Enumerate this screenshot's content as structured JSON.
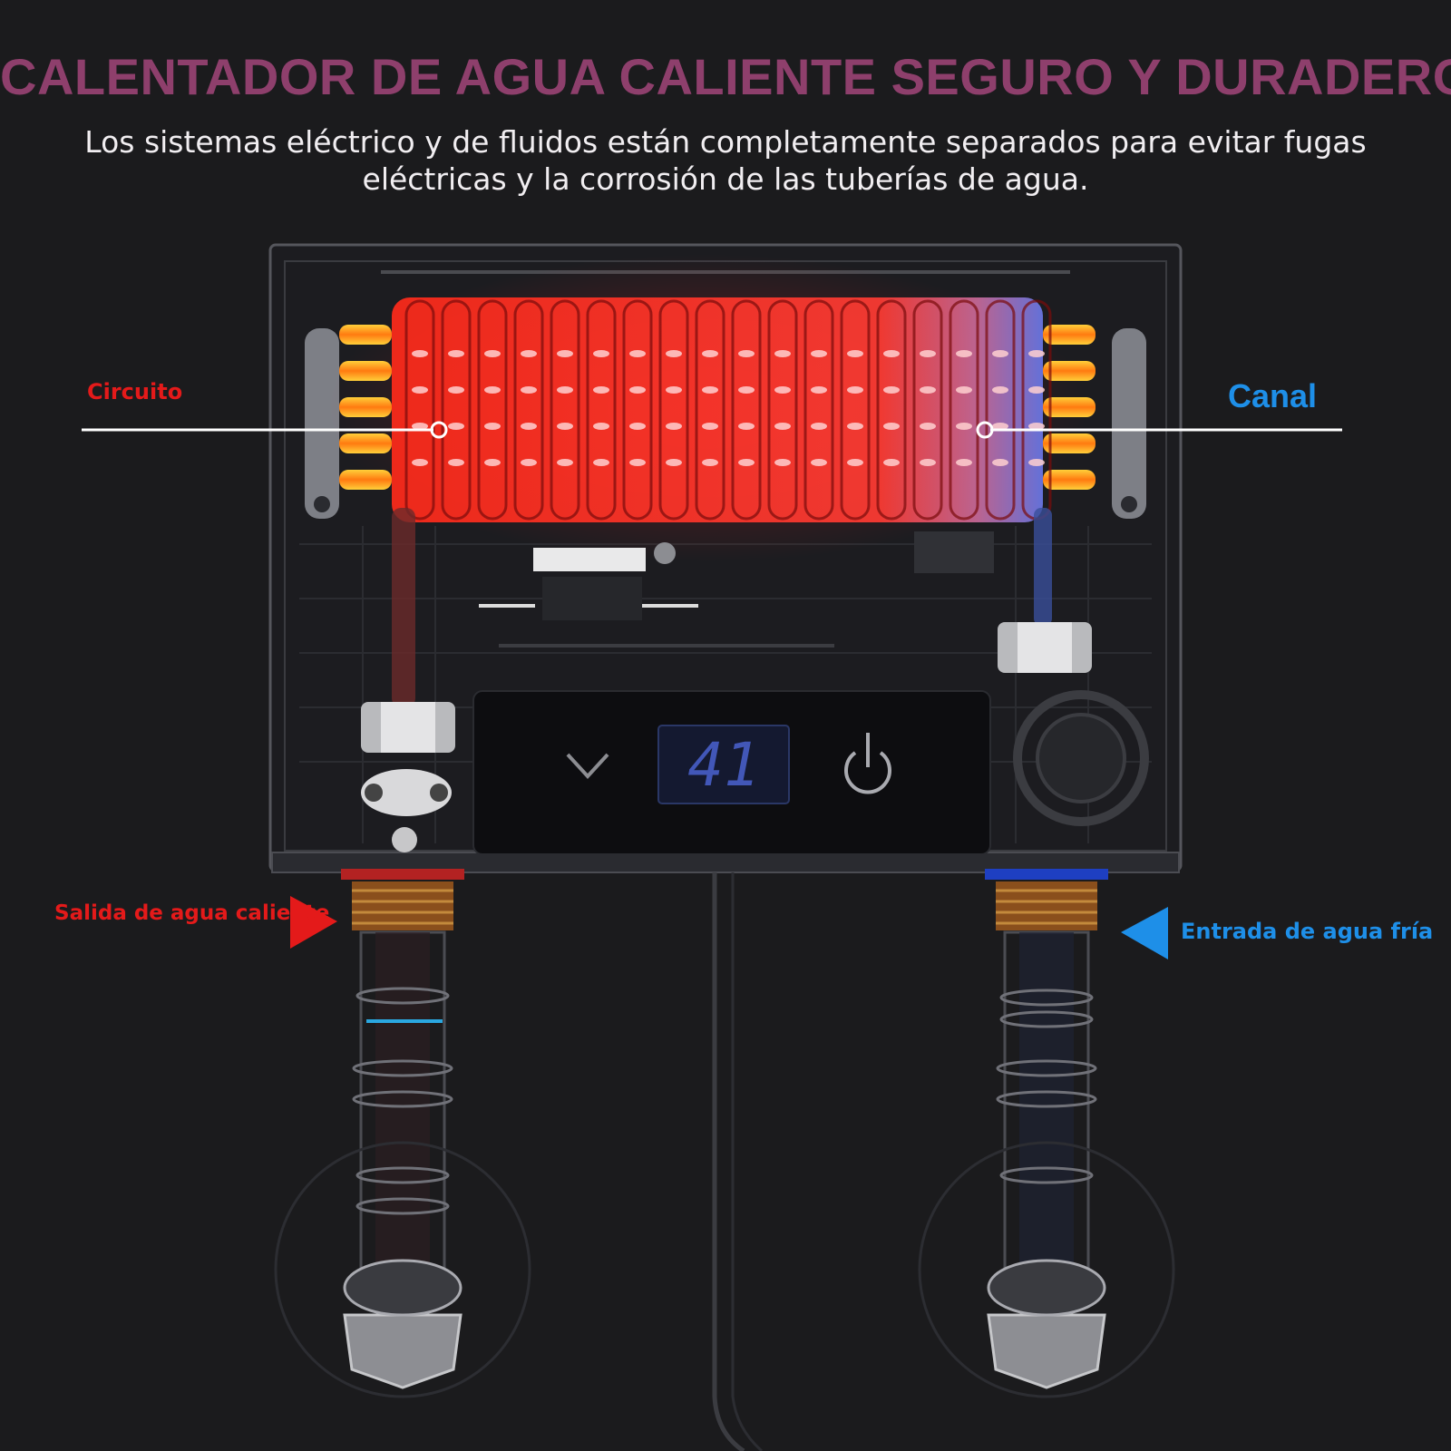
{
  "header": {
    "title": "CALENTADOR DE AGUA CALIENTE SEGURO Y DURADERO",
    "subtitle": "Los sistemas eléctrico y de fluidos están completamente separados para evitar fugas eléctricas y la corrosión de las tuberías de agua."
  },
  "callouts": {
    "circuit": "Circuito",
    "channel": "Canal",
    "hot_outlet": "Salida de agua caliente",
    "cold_inlet": "Entrada de agua fría"
  },
  "display": {
    "temperature": "41"
  },
  "colors": {
    "title": "#8e3f6c",
    "hot": "#e41a1a",
    "cold": "#1e8fe8",
    "background": "#1b1b1d"
  },
  "icons": [
    "chevron-down-icon",
    "power-icon"
  ]
}
